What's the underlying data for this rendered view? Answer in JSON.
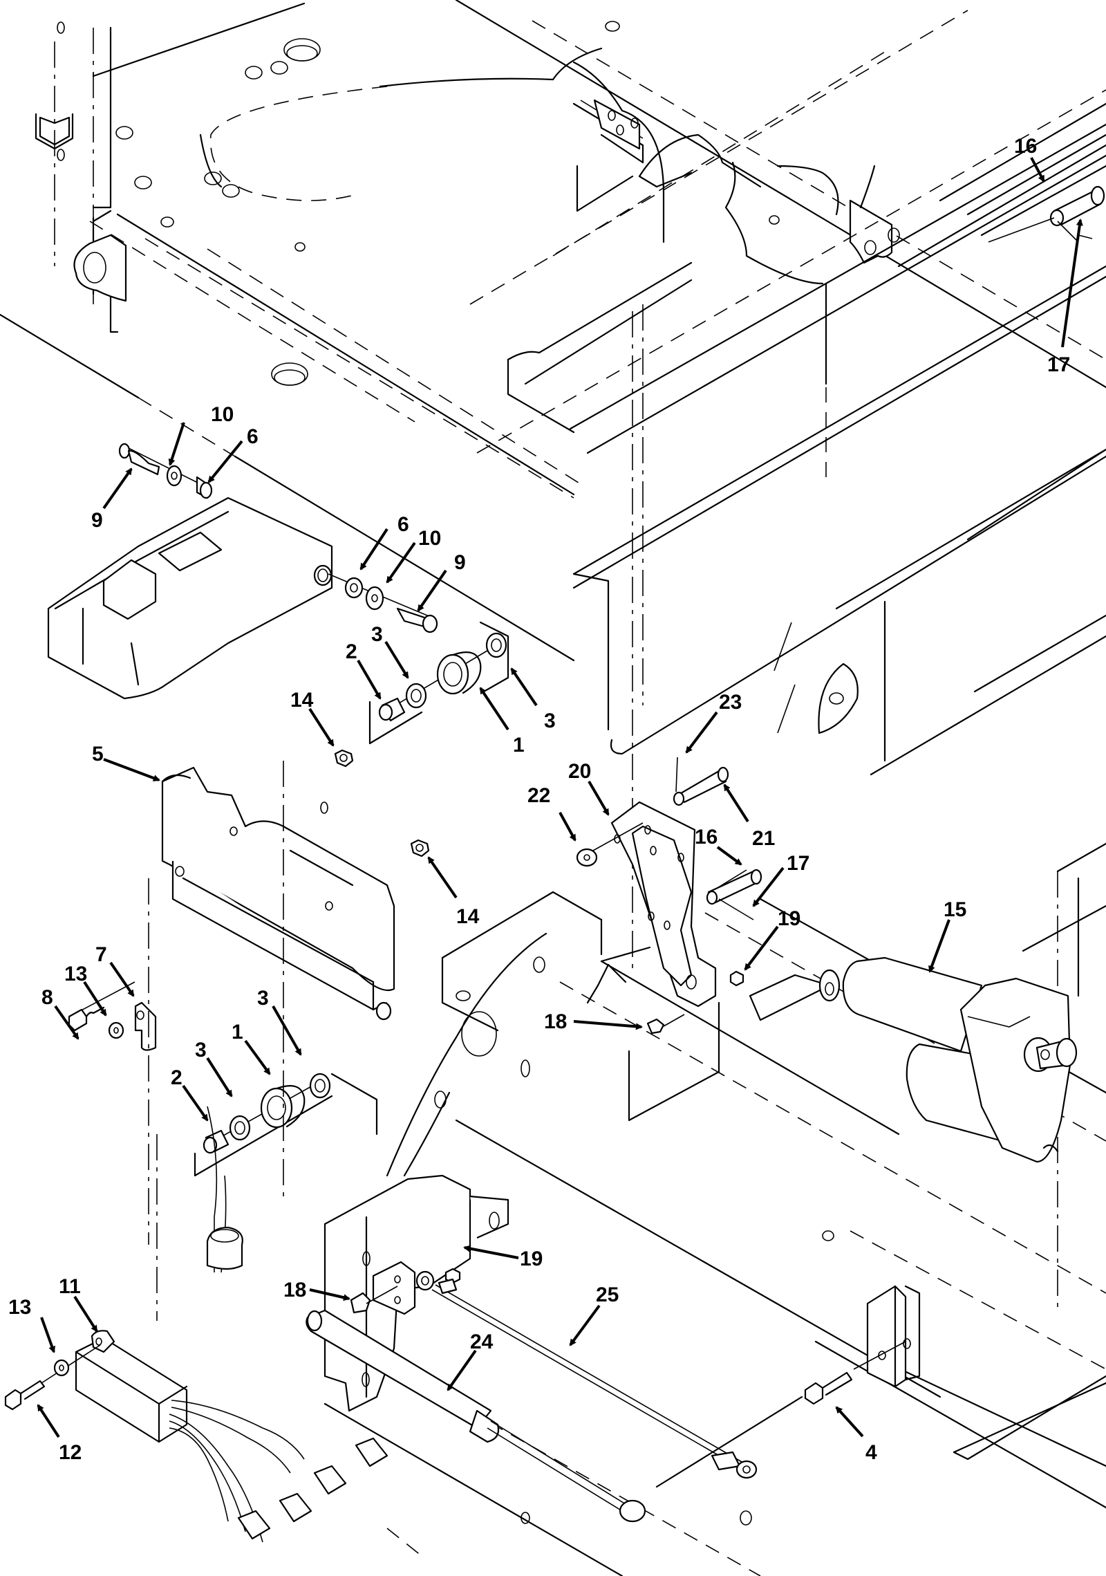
{
  "figure": {
    "type": "exploded-parts-diagram",
    "description": "Isometric exploded view of frame assembly with actuator, pivot bracket, rollers, gas spring and cable",
    "line_color": "#000000",
    "background_color": "#ffffff"
  },
  "callouts": [
    {
      "id": "c16a",
      "label": "16",
      "part": "clevis-pin"
    },
    {
      "id": "c17a",
      "label": "17",
      "part": "cotter-pin"
    },
    {
      "id": "c10a",
      "label": "10",
      "part": "washer"
    },
    {
      "id": "c6a",
      "label": "6",
      "part": "spacer"
    },
    {
      "id": "c9a",
      "label": "9",
      "part": "cap-screw"
    },
    {
      "id": "c6b",
      "label": "6",
      "part": "spacer"
    },
    {
      "id": "c10b",
      "label": "10",
      "part": "washer"
    },
    {
      "id": "c9b",
      "label": "9",
      "part": "cap-screw"
    },
    {
      "id": "c3a",
      "label": "3",
      "part": "flanged-bushing"
    },
    {
      "id": "c2a",
      "label": "2",
      "part": "sleeve"
    },
    {
      "id": "c1a",
      "label": "1",
      "part": "roller"
    },
    {
      "id": "c3b",
      "label": "3",
      "part": "flanged-bushing"
    },
    {
      "id": "c14a",
      "label": "14",
      "part": "hex-nut"
    },
    {
      "id": "c5",
      "label": "5",
      "part": "bracket-assembly"
    },
    {
      "id": "c14b",
      "label": "14",
      "part": "hex-nut"
    },
    {
      "id": "c23",
      "label": "23",
      "part": "cotter-pin"
    },
    {
      "id": "c22",
      "label": "22",
      "part": "washer"
    },
    {
      "id": "c20",
      "label": "20",
      "part": "pivot-bracket"
    },
    {
      "id": "c21",
      "label": "21",
      "part": "clevis-pin"
    },
    {
      "id": "c16b",
      "label": "16",
      "part": "clevis-pin"
    },
    {
      "id": "c17b",
      "label": "17",
      "part": "cotter-pin"
    },
    {
      "id": "c19a",
      "label": "19",
      "part": "nut"
    },
    {
      "id": "c15",
      "label": "15",
      "part": "linear-actuator"
    },
    {
      "id": "c18a",
      "label": "18",
      "part": "ball-stud"
    },
    {
      "id": "c7",
      "label": "7",
      "part": "cable-clamp"
    },
    {
      "id": "c13a",
      "label": "13",
      "part": "washer"
    },
    {
      "id": "c8",
      "label": "8",
      "part": "hex-bolt"
    },
    {
      "id": "c3c",
      "label": "3",
      "part": "flanged-bushing"
    },
    {
      "id": "c1b",
      "label": "1",
      "part": "roller"
    },
    {
      "id": "c3d",
      "label": "3",
      "part": "flanged-bushing"
    },
    {
      "id": "c2b",
      "label": "2",
      "part": "sleeve"
    },
    {
      "id": "c19b",
      "label": "19",
      "part": "nut"
    },
    {
      "id": "c18b",
      "label": "18",
      "part": "ball-stud"
    },
    {
      "id": "c25",
      "label": "25",
      "part": "cable"
    },
    {
      "id": "c24",
      "label": "24",
      "part": "gas-spring"
    },
    {
      "id": "c11",
      "label": "11",
      "part": "switch-box"
    },
    {
      "id": "c13b",
      "label": "13",
      "part": "washer"
    },
    {
      "id": "c12",
      "label": "12",
      "part": "hex-bolt"
    },
    {
      "id": "c4",
      "label": "4",
      "part": "hex-bolt"
    }
  ]
}
